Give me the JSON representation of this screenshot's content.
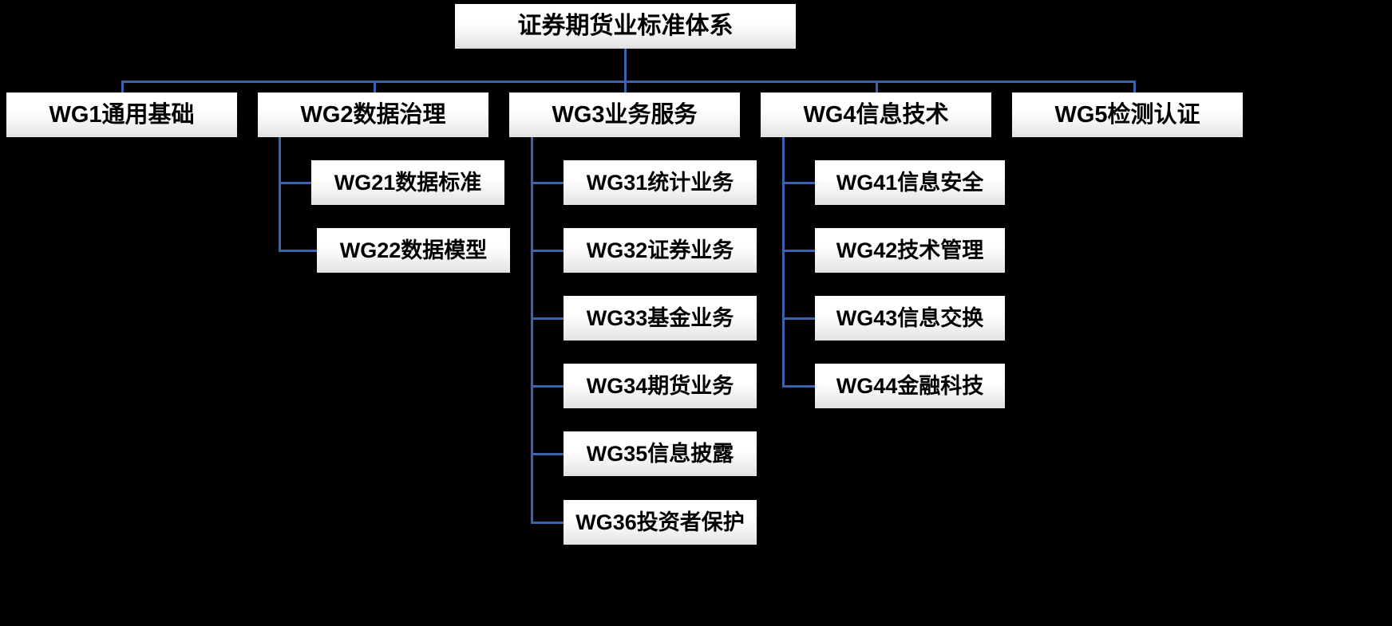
{
  "diagram": {
    "title": "证券期货业标准体系",
    "type": "organization-tree",
    "background_color": "#000000",
    "connector_color": "#3b63ae",
    "node_fill_top": "#ffffff",
    "node_fill_bottom": "#e2e2e2",
    "node_text_color": "#000000"
  },
  "root": {
    "label": "证券期货业标准体系"
  },
  "level2": [
    {
      "id": "wg1",
      "label": "WG1通用基础"
    },
    {
      "id": "wg2",
      "label": "WG2数据治理"
    },
    {
      "id": "wg3",
      "label": "WG3业务服务"
    },
    {
      "id": "wg4",
      "label": "WG4信息技术"
    },
    {
      "id": "wg5",
      "label": "WG5检测认证"
    }
  ],
  "wg2_children": [
    {
      "id": "wg21",
      "label": "WG21数据标准"
    },
    {
      "id": "wg22",
      "label": "WG22数据模型"
    }
  ],
  "wg3_children": [
    {
      "id": "wg31",
      "label": "WG31统计业务"
    },
    {
      "id": "wg32",
      "label": "WG32证券业务"
    },
    {
      "id": "wg33",
      "label": "WG33基金业务"
    },
    {
      "id": "wg34",
      "label": "WG34期货业务"
    },
    {
      "id": "wg35",
      "label": "WG35信息披露"
    },
    {
      "id": "wg36",
      "label": "WG36投资者保护"
    }
  ],
  "wg4_children": [
    {
      "id": "wg41",
      "label": "WG41信息安全"
    },
    {
      "id": "wg42",
      "label": "WG42技术管理"
    },
    {
      "id": "wg43",
      "label": "WG43信息交换"
    },
    {
      "id": "wg44",
      "label": "WG44金融科技"
    }
  ],
  "wg1_children": [],
  "wg5_children": []
}
